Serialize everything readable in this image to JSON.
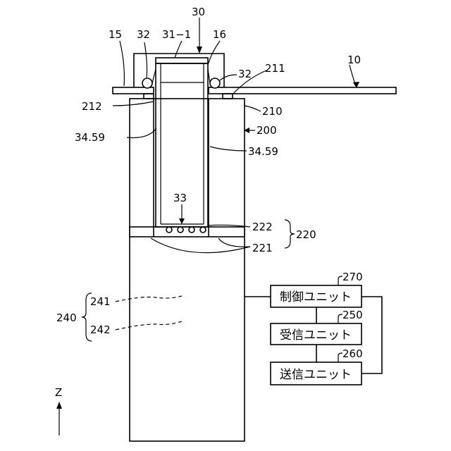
{
  "labels": {
    "l30": "30",
    "l15": "15",
    "l32a": "32",
    "l31_1": "31−1",
    "l16": "16",
    "l32b": "32",
    "l211": "211",
    "l10": "10",
    "l212": "212",
    "l210": "210",
    "l200": "200",
    "l3459a": "34.59",
    "l3459b": "34.59",
    "l33": "33",
    "l222": "222",
    "l220": "220",
    "l221": "221",
    "l270": "270",
    "l250": "250",
    "l260": "260",
    "l240": "240",
    "l241": "241",
    "l242": "242",
    "axis_z": "Z"
  },
  "units": {
    "control": "制御ユニット",
    "receive": "受信ユニット",
    "transmit": "送信ユニット"
  }
}
